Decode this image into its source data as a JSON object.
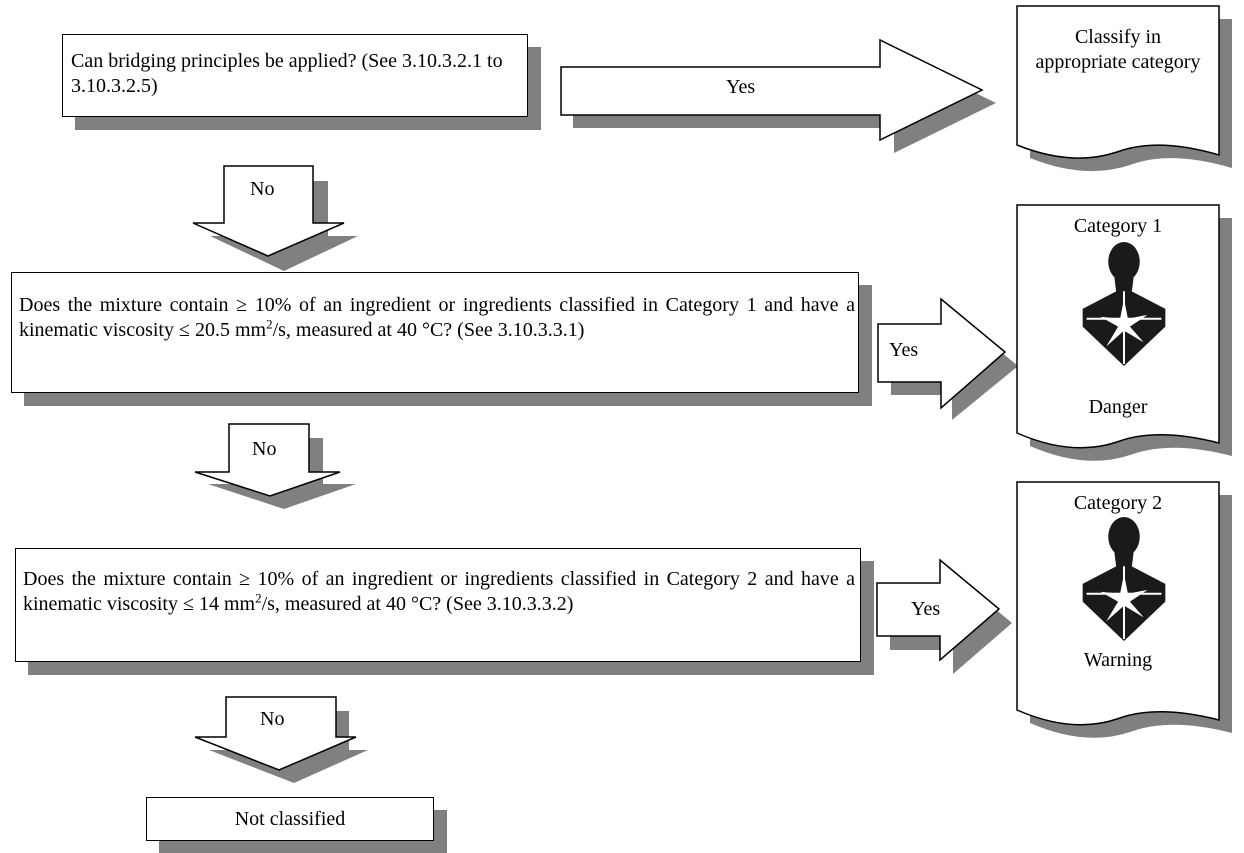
{
  "q1": {
    "text": "Can bridging principles be applied? (See 3.10.3.2.1 to 3.10.3.2.5)",
    "yes": "Yes",
    "no": "No",
    "result": "Classify in appropriate category"
  },
  "q2": {
    "text_before": "Does the mixture contain ≥ 10% of an ingredient or ingredients classified in Category 1 and have a kinematic viscosity ≤ 20.5 mm",
    "superscript": "2",
    "text_after": "/s, measured at 40 °C? (See 3.10.3.3.1)",
    "yes": "Yes",
    "no": "No",
    "result_category": "Category 1",
    "result_signal": "Danger"
  },
  "q3": {
    "text_before": "Does the mixture contain ≥ 10% of an ingredient or ingredients classified in Category 2 and have a kinematic viscosity ≤ 14 mm",
    "superscript": "2",
    "text_after": "/s, measured at 40 °C? (See 3.10.3.3.2)",
    "yes": "Yes",
    "no": "No",
    "result_category": "Category 2",
    "result_signal": "Warning"
  },
  "final": {
    "result": "Not classified"
  },
  "icons": {
    "hazard_pictogram": "health-hazard-icon"
  },
  "colors": {
    "shadow": "#808080",
    "stroke": "#000000",
    "fill": "#ffffff"
  }
}
